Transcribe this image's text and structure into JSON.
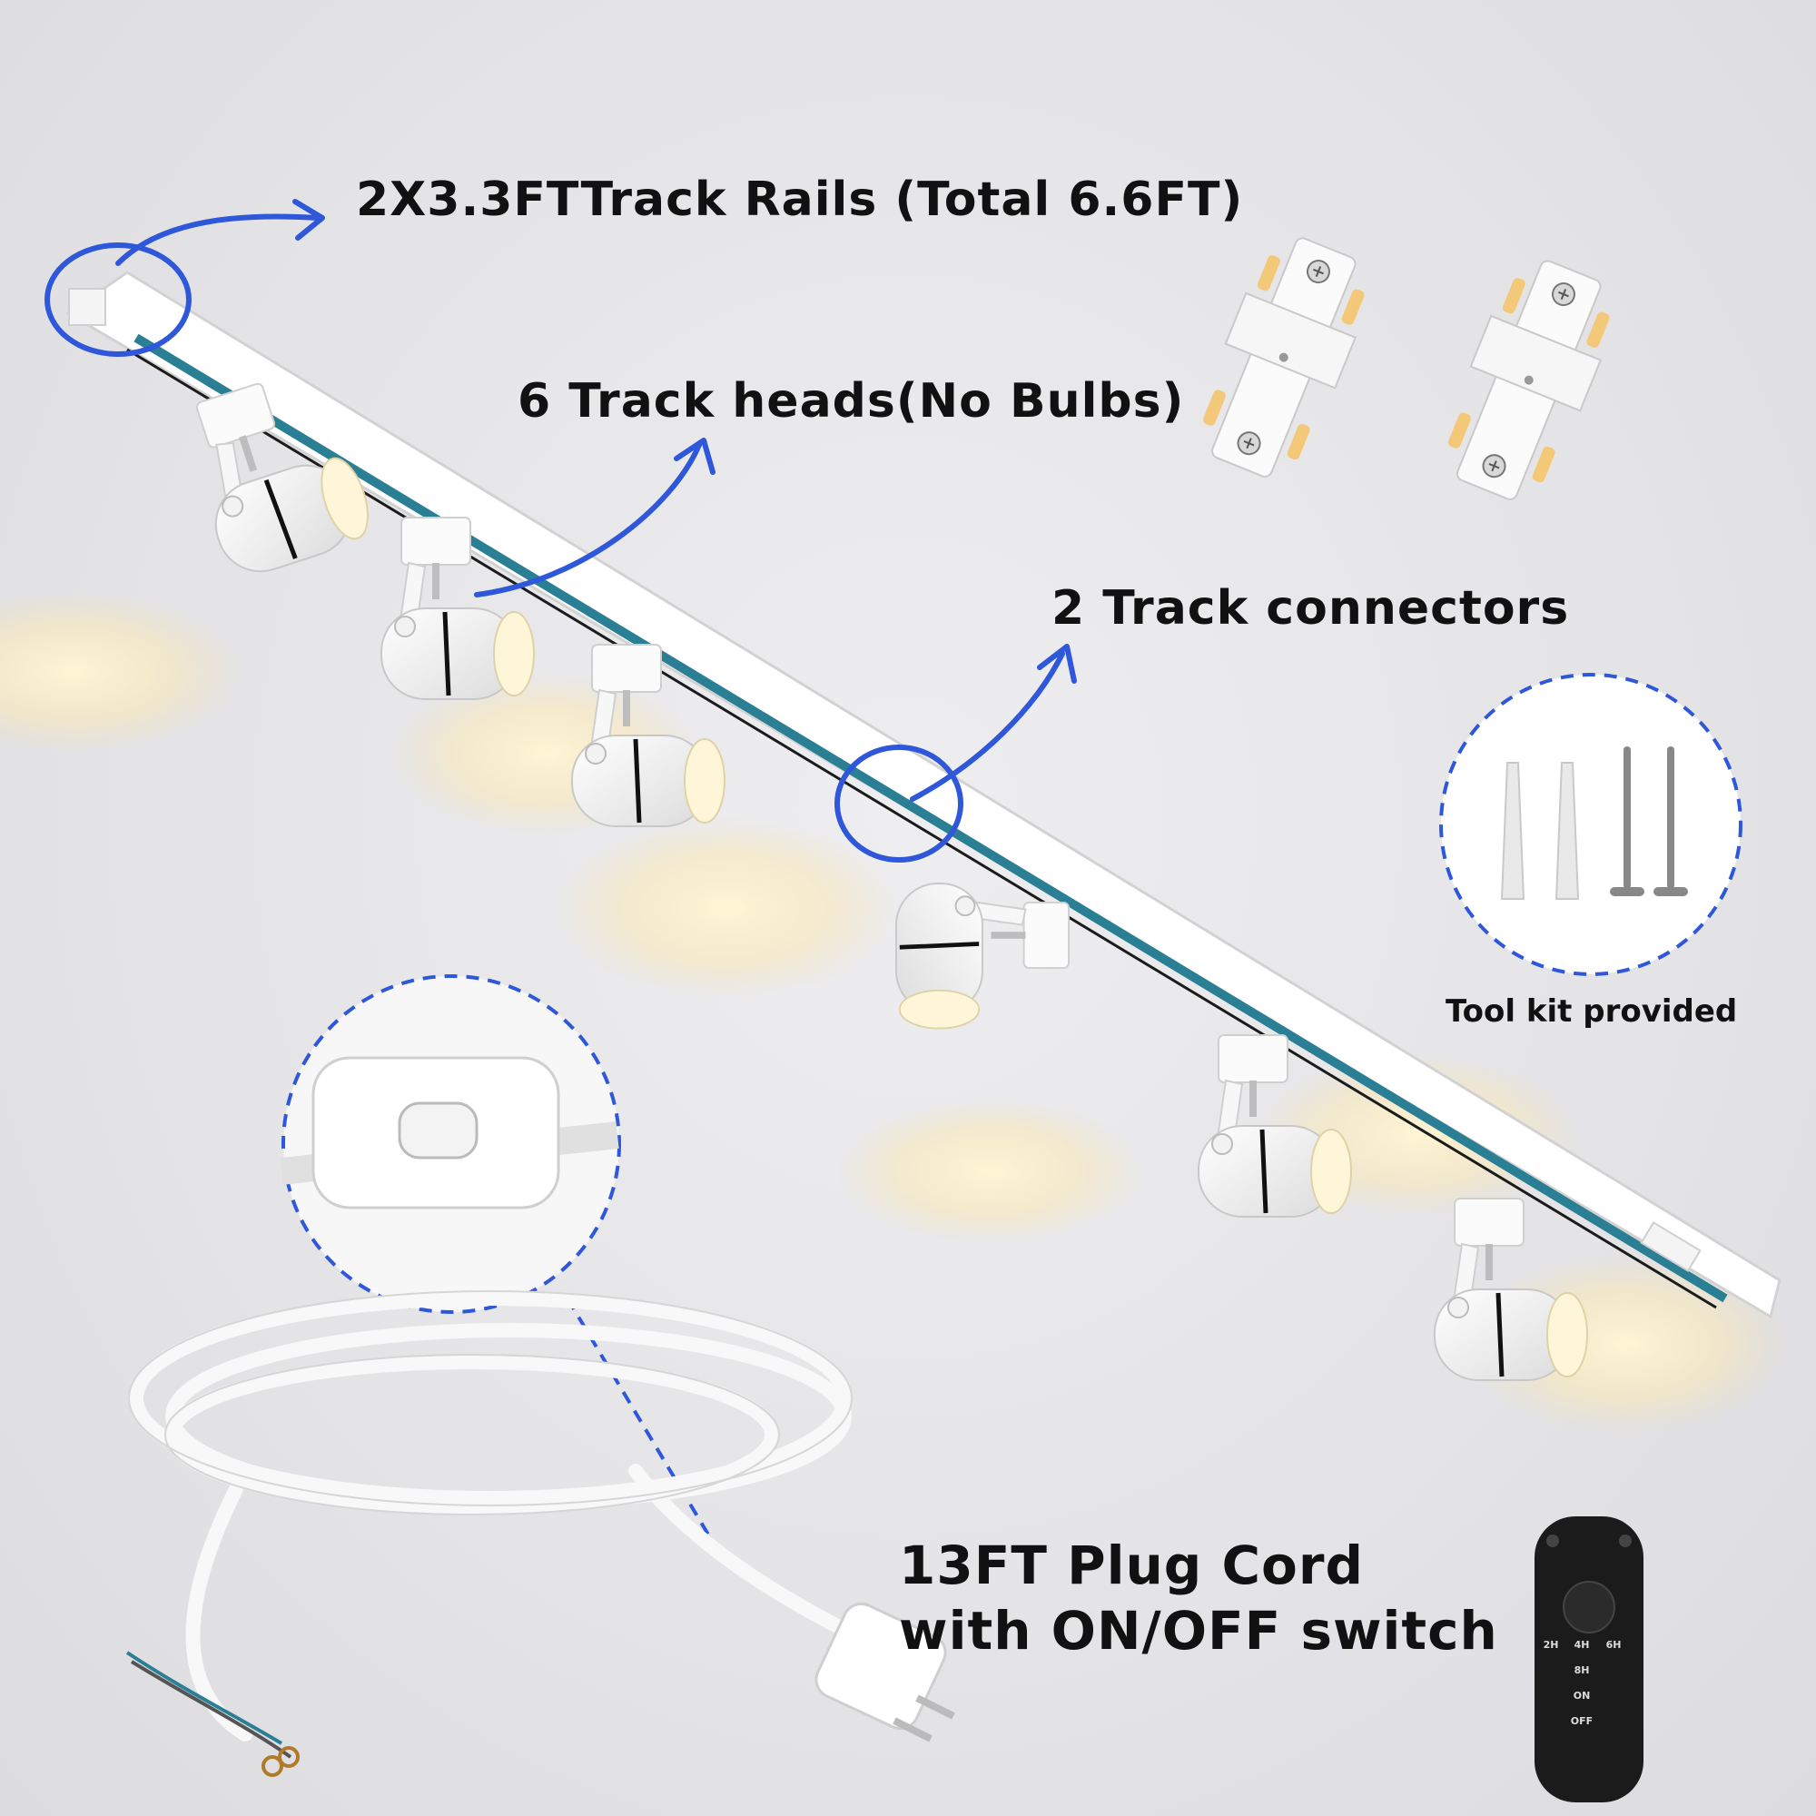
{
  "labels": {
    "track_rails": "2X3.3FTTrack Rails (Total 6.6FT)",
    "track_heads": "6 Track heads(No Bulbs)",
    "track_connectors": "2 Track connectors",
    "tool_kit": "Tool kit provided",
    "plug_cord_line1": "13FT Plug Cord",
    "plug_cord_line2": "with ON/OFF switch"
  },
  "remote_buttons": [
    "2H",
    "4H",
    "6H",
    "8H",
    "ON",
    "OFF"
  ],
  "colors": {
    "annotation_blue": "#2f57d9",
    "track_white": "#ffffff",
    "rail_stripe": "#2a7f95",
    "light_glow": "#fff3cf",
    "remote_black": "#1b1b1b",
    "connector_contact": "#f3c979"
  },
  "icons": [
    "arrow-icon",
    "circle-highlight-icon",
    "track-head-icon",
    "track-connector-icon",
    "wall-anchor-icon",
    "screw-icon",
    "switch-icon",
    "plug-icon",
    "remote-icon"
  ]
}
